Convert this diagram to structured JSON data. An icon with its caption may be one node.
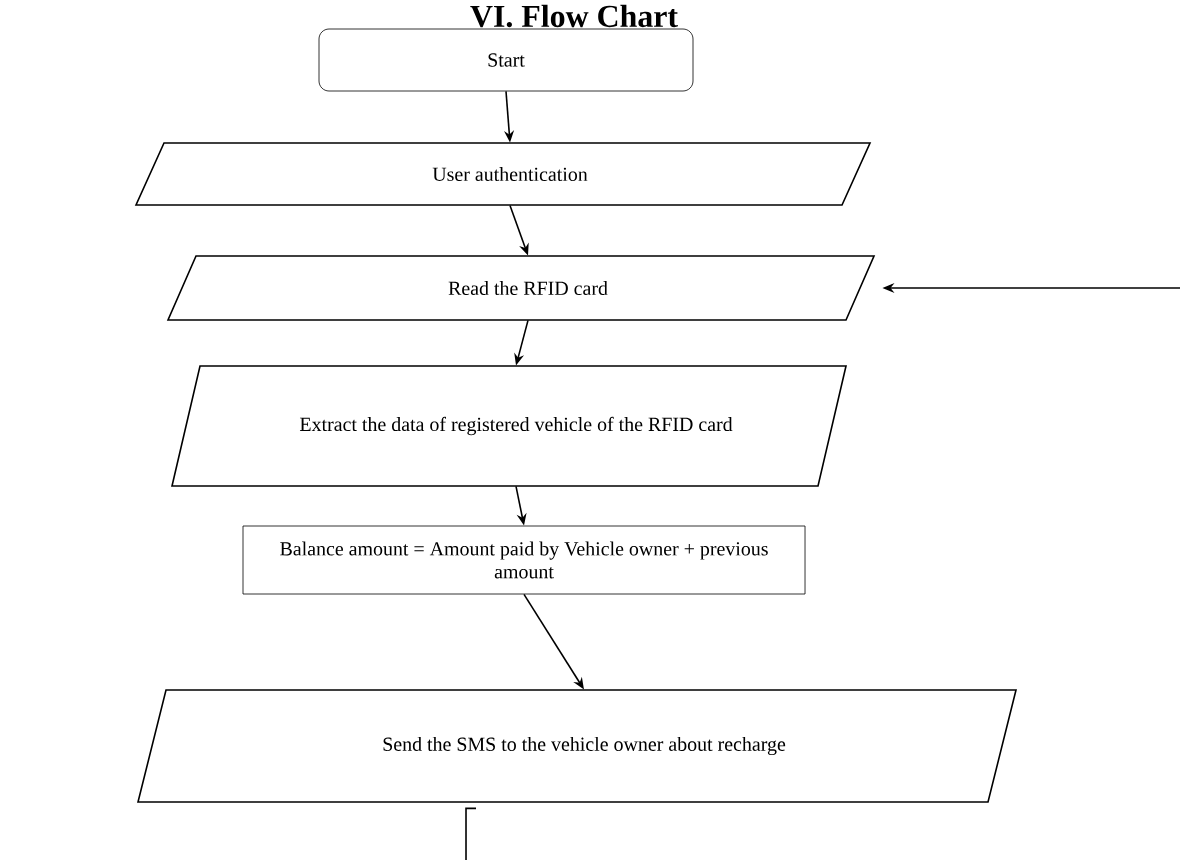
{
  "diagram": {
    "title": "VI. Flow Chart",
    "nodes": [
      {
        "text": [
          "Start"
        ]
      },
      {
        "text": [
          "User authentication"
        ]
      },
      {
        "text": [
          "Read the RFID card"
        ]
      },
      {
        "text": [
          "Extract the data of registered vehicle of the RFID card"
        ]
      },
      {
        "text": [
          "Balance amount = Amount paid by Vehicle owner + previous amount"
        ]
      },
      {
        "text": [
          "Send the SMS to the vehicle owner about recharge"
        ]
      }
    ],
    "edges": [
      {
        "from": 0,
        "to": 1,
        "arrow": "to"
      },
      {
        "from": 1,
        "to": 2,
        "arrow": "to"
      },
      {
        "from": 2,
        "to": 3,
        "arrow": "to"
      },
      {
        "from": 3,
        "to": 4,
        "arrow": "to"
      },
      {
        "from": 4,
        "to": 5,
        "arrow": "to"
      },
      {
        "from": null,
        "to": 2,
        "arrow": "to"
      },
      {
        "from": 5,
        "to": null,
        "arrow": "none"
      }
    ]
  }
}
